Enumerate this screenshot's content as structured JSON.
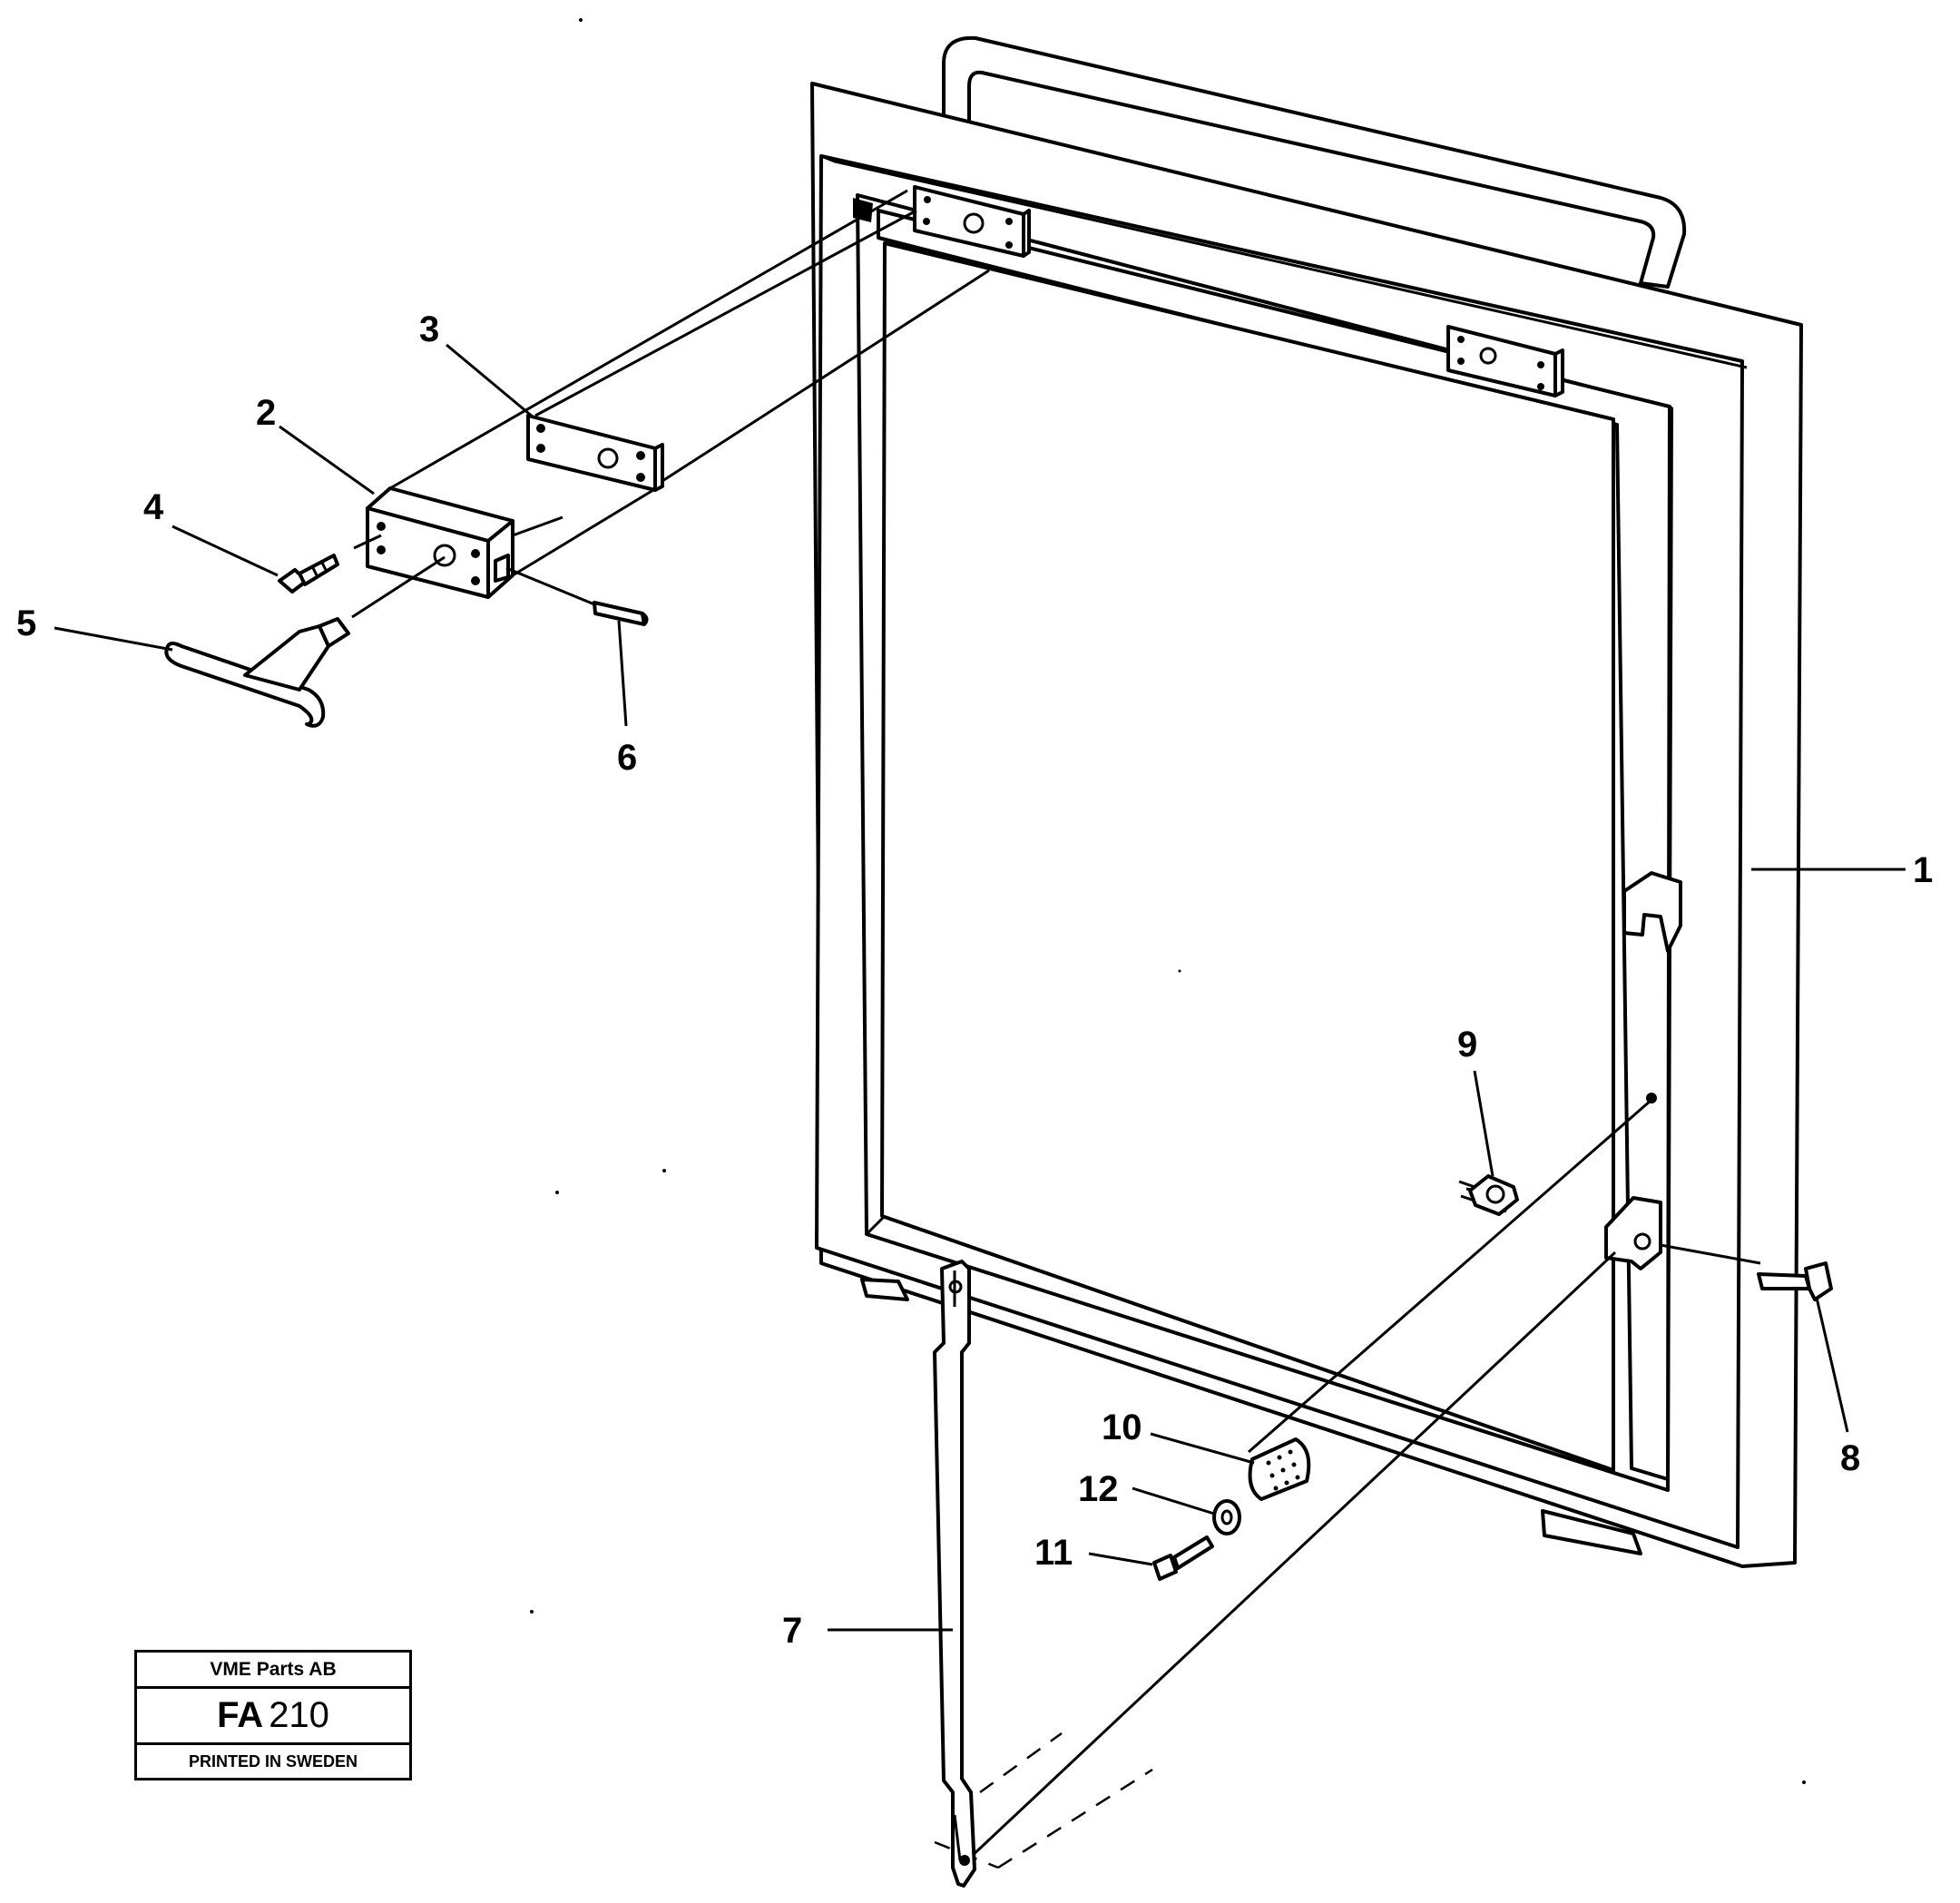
{
  "callouts": {
    "c1": "1",
    "c2": "2",
    "c3": "3",
    "c4": "4",
    "c5": "5",
    "c6": "6",
    "c7": "7",
    "c8": "8",
    "c9": "9",
    "c10": "10",
    "c11": "11",
    "c12": "12"
  },
  "title_block": {
    "company": "VME Parts AB",
    "code_prefix": "FA",
    "code_number": "210",
    "printed": "PRINTED IN SWEDEN"
  },
  "colors": {
    "ink": "#000000",
    "paper": "#ffffff"
  }
}
